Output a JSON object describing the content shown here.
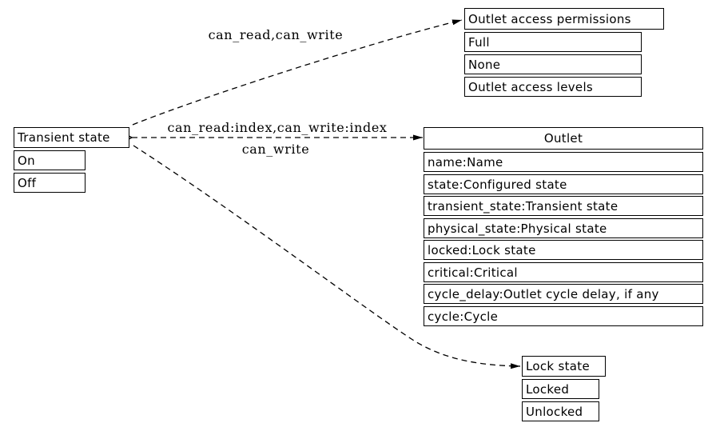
{
  "nodes": {
    "transient_state": {
      "title": "Transient state",
      "rows": [
        "On",
        "Off"
      ]
    },
    "outlet_access_permissions": {
      "title": "Outlet access permissions",
      "rows": [
        "Full",
        "None",
        "Outlet access levels"
      ]
    },
    "outlet": {
      "title": "Outlet",
      "rows": [
        "name:Name",
        "state:Configured state",
        "transient_state:Transient state",
        "physical_state:Physical state",
        "locked:Lock state",
        "critical:Critical",
        "cycle_delay:Outlet cycle delay, if any",
        "cycle:Cycle"
      ]
    },
    "lock_state": {
      "title": "Lock state",
      "rows": [
        "Locked",
        "Unlocked"
      ]
    }
  },
  "edge_labels": {
    "to_outlet_access_permissions": "can_read,can_write",
    "outlet_link_above": "can_read:index,can_write:index",
    "outlet_link_below": "can_write"
  },
  "colors": {
    "stroke": "#000000",
    "background": "#ffffff"
  }
}
